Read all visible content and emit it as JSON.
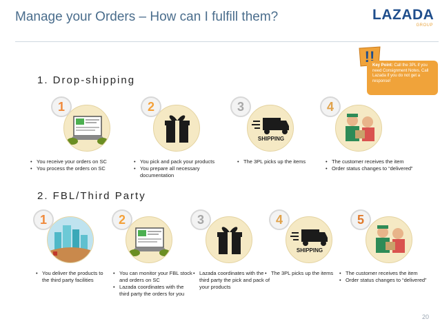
{
  "title": "Manage your Orders – How can I fulfill them?",
  "logo": {
    "name": "LAZADA",
    "sub": "GROUP"
  },
  "keypoint": {
    "label": "Key Point:",
    "text": "Call the 3PL if you need Consignment Notes. Call Lazada if you do not get a response!"
  },
  "section1": {
    "heading": "1. Drop-shipping",
    "steps": [
      {
        "number": "1",
        "bullets": [
          "You receive your orders on SC",
          "You process the orders on SC"
        ]
      },
      {
        "number": "2",
        "bullets": [
          "You pick and pack your products",
          "You prepare all necessary documentation"
        ]
      },
      {
        "number": "3",
        "icon_label": "SHIPPING",
        "bullets": [
          "The 3PL picks up the items"
        ]
      },
      {
        "number": "4",
        "bullets": [
          "The customer receives the item",
          "Order status changes to “delivered”"
        ]
      }
    ]
  },
  "section2": {
    "heading": "2. FBL/Third Party",
    "steps": [
      {
        "number": "1",
        "bullets": [
          "You deliver the products to the third party facilities"
        ]
      },
      {
        "number": "2",
        "bullets": [
          "You can monitor your FBL stock and orders on SC",
          "Lazada coordinates with the third party the orders for you"
        ]
      },
      {
        "number": "3",
        "bullets": [
          "Lazada coordinates with the third party the pick and pack of your products"
        ]
      },
      {
        "number": "4",
        "icon_label": "SHIPPING",
        "bullets": [
          "The 3PL picks up the items"
        ]
      },
      {
        "number": "5",
        "bullets": [
          "The customer receives the item",
          "Order status changes to “delivered”"
        ]
      }
    ]
  },
  "page_number": "20",
  "colors": {
    "title": "#4a6d8c",
    "accent_orange": "#f0a33a",
    "circle_fill": "#f5e9c4"
  }
}
